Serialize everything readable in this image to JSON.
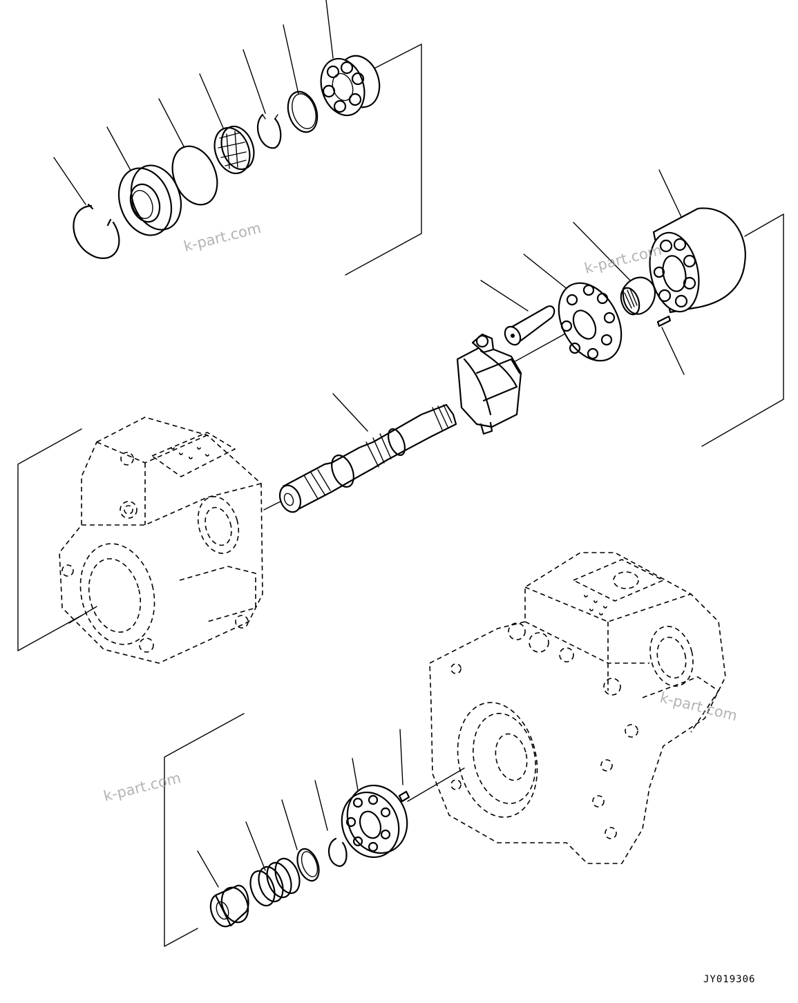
{
  "drawing_code": "JY019306",
  "watermarks": [
    "k-part.com",
    "k-part.com",
    "k-part.com",
    "k-part.com"
  ]
}
